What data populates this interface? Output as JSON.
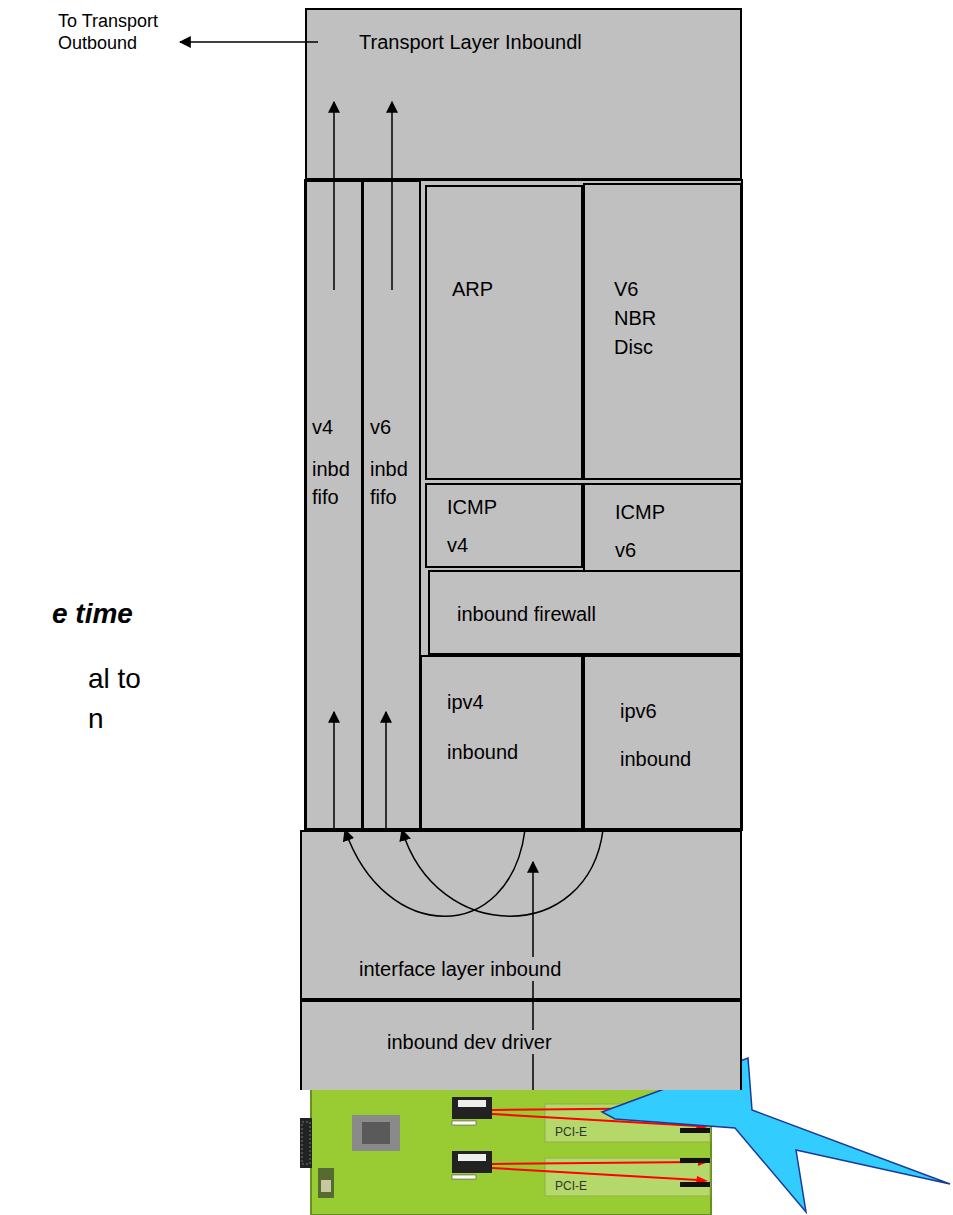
{
  "diagram": {
    "nodes": [
      {
        "text": [
          "Transport Layer Inboundl"
        ]
      },
      {
        "text": [
          "v4",
          "inbd fifo"
        ]
      },
      {
        "text": [
          "v6",
          "inbd fifo"
        ]
      },
      {
        "text": [
          "ARP"
        ]
      },
      {
        "text": [
          "V6 NBR Disc"
        ]
      },
      {
        "text": [
          "ICMP v4"
        ]
      },
      {
        "text": [
          "ICMP v6"
        ]
      },
      {
        "text": [
          "inbound firewall"
        ]
      },
      {
        "text": [
          "ipv4 inbound"
        ]
      },
      {
        "text": [
          "ipv6 inbound"
        ]
      },
      {
        "text": [
          "interface layer inbound"
        ]
      },
      {
        "text": [
          "inbound dev driver"
        ]
      }
    ],
    "edges": [
      {
        "from": 1,
        "to": 0,
        "arrow": "to"
      },
      {
        "from": 2,
        "to": 0,
        "arrow": "to"
      },
      {
        "from": 8,
        "to": 1,
        "arrow": "to"
      },
      {
        "from": 9,
        "to": 2,
        "arrow": "to"
      },
      {
        "from": 11,
        "to": 10,
        "arrow": "to"
      }
    ],
    "labels": [
      "To Transport Outbound",
      "e time",
      "al to",
      "n",
      "PCI-E",
      "PCI-E"
    ]
  }
}
